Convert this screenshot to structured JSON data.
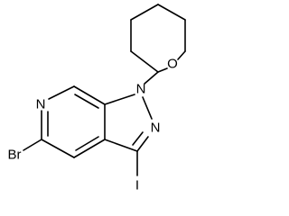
{
  "molecule": {
    "atoms": {
      "O": "O",
      "N1": "N",
      "N2": "N",
      "N_pyridine": "N",
      "Br": "Br",
      "I": "I"
    }
  }
}
